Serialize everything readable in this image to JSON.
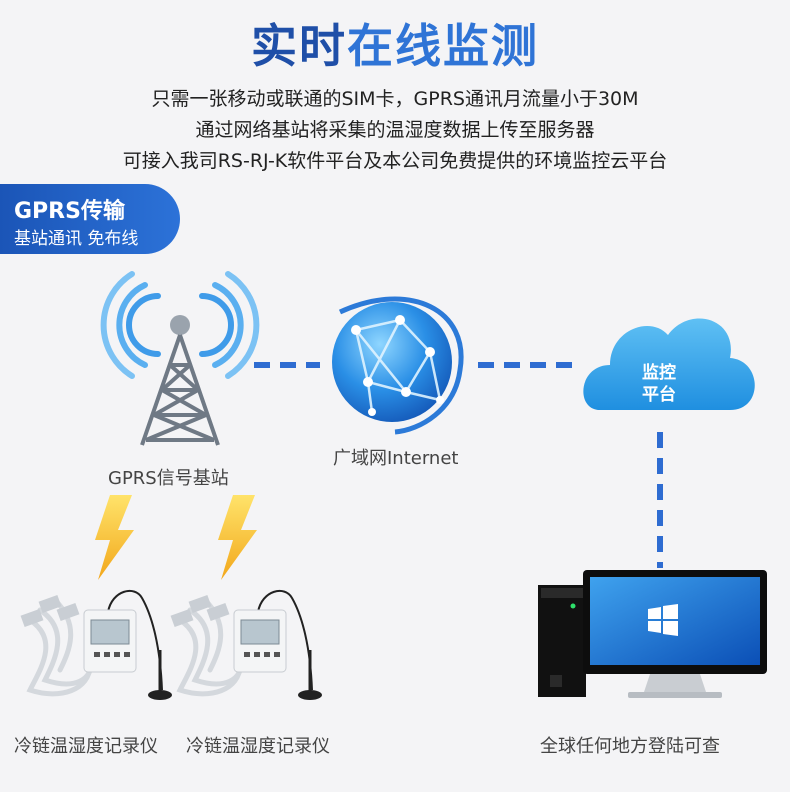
{
  "header": {
    "title_part1": "实时",
    "title_part2": "在线监测",
    "lines": [
      "只需一张移动或联通的SIM卡，GPRS通讯月流量小于30M",
      "通过网络基站将采集的温湿度数据上传至服务器",
      "可接入我司RS-RJ-K软件平台及本公司免费提供的环境监控云平台"
    ]
  },
  "badge": {
    "line1": "GPRS传输",
    "line2": "基站通讯 免布线"
  },
  "nodes": {
    "tower_label": "GPRS信号基站",
    "globe_label": "广域网Internet",
    "cloud_line1": "监控",
    "cloud_line2": "平台",
    "device1_label": "冷链温湿度记录仪",
    "device2_label": "冷链温湿度记录仪",
    "computer_label": "全球任何地方登陆可查"
  },
  "colors": {
    "dark_blue": "#1f4fa8",
    "accent_blue": "#2f74d6",
    "dash_blue": "#2e6cd1",
    "lightning": "#f7c52a"
  }
}
